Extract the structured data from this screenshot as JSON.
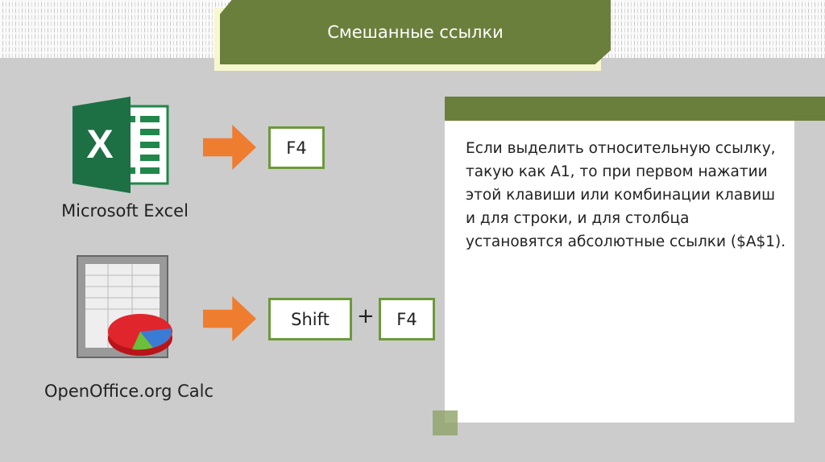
{
  "title": "Смешанные ссылки",
  "apps": [
    {
      "name": "Microsoft Excel",
      "keys": [
        "F4"
      ]
    },
    {
      "name": "OpenOffice.org Calc",
      "keys": [
        "Shift",
        "F4"
      ],
      "separator": "+"
    }
  ],
  "description": "Если выделить относительную ссылку, такую как A1, то при первом нажатии этой клавиши или комбинации клавиш и для строки, и для столбца установятся абсолютные ссылки ($A$1).",
  "colors": {
    "accent": "#6b7f3c",
    "arrow": "#ef7d2f",
    "key_border": "#6b9a3c"
  }
}
